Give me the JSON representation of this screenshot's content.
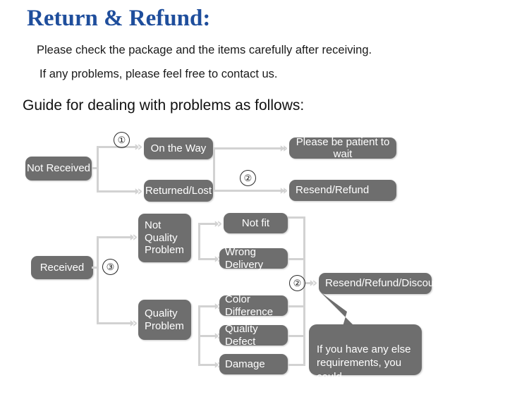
{
  "header": {
    "title": "Return & Refund:",
    "line1": "Please check the package and the items carefully after receiving.",
    "line2": "If any problems, please feel free to contact us.",
    "guide": "Guide for dealing with problems as follows:"
  },
  "steps": {
    "one": "①",
    "two_top": "②",
    "three": "③",
    "two_bottom": "②"
  },
  "arrow_glyph": "»",
  "colors": {
    "node_fill": "#6e6e6e",
    "node_text": "#ffffff",
    "connector": "#d2d2d2",
    "title_blue": "#1F4E9C",
    "body_text": "#1a1a1a",
    "page_background": "#ffffff"
  },
  "flow": {
    "not_received": "Not Received",
    "on_the_way": "On the Way",
    "returned_lost": "Returned/Lost",
    "please_be_patient": "Please be patient to wait",
    "resend_refund": "Resend/Refund",
    "received": "Received",
    "not_quality_problem": "Not\nQuality\nProblem",
    "quality_problem": "Quality\nProblem",
    "not_fit": "Not fit",
    "wrong_delivery": "Wrong Delivery",
    "color_difference": "Color Difference",
    "quality_defect": "Quality Defect",
    "damage": "Damage",
    "resend_refund_discount": "Resend/Refund/Discount"
  },
  "callout": {
    "text": "If you have any else\nrequirements, you could\nalso tell us!"
  }
}
